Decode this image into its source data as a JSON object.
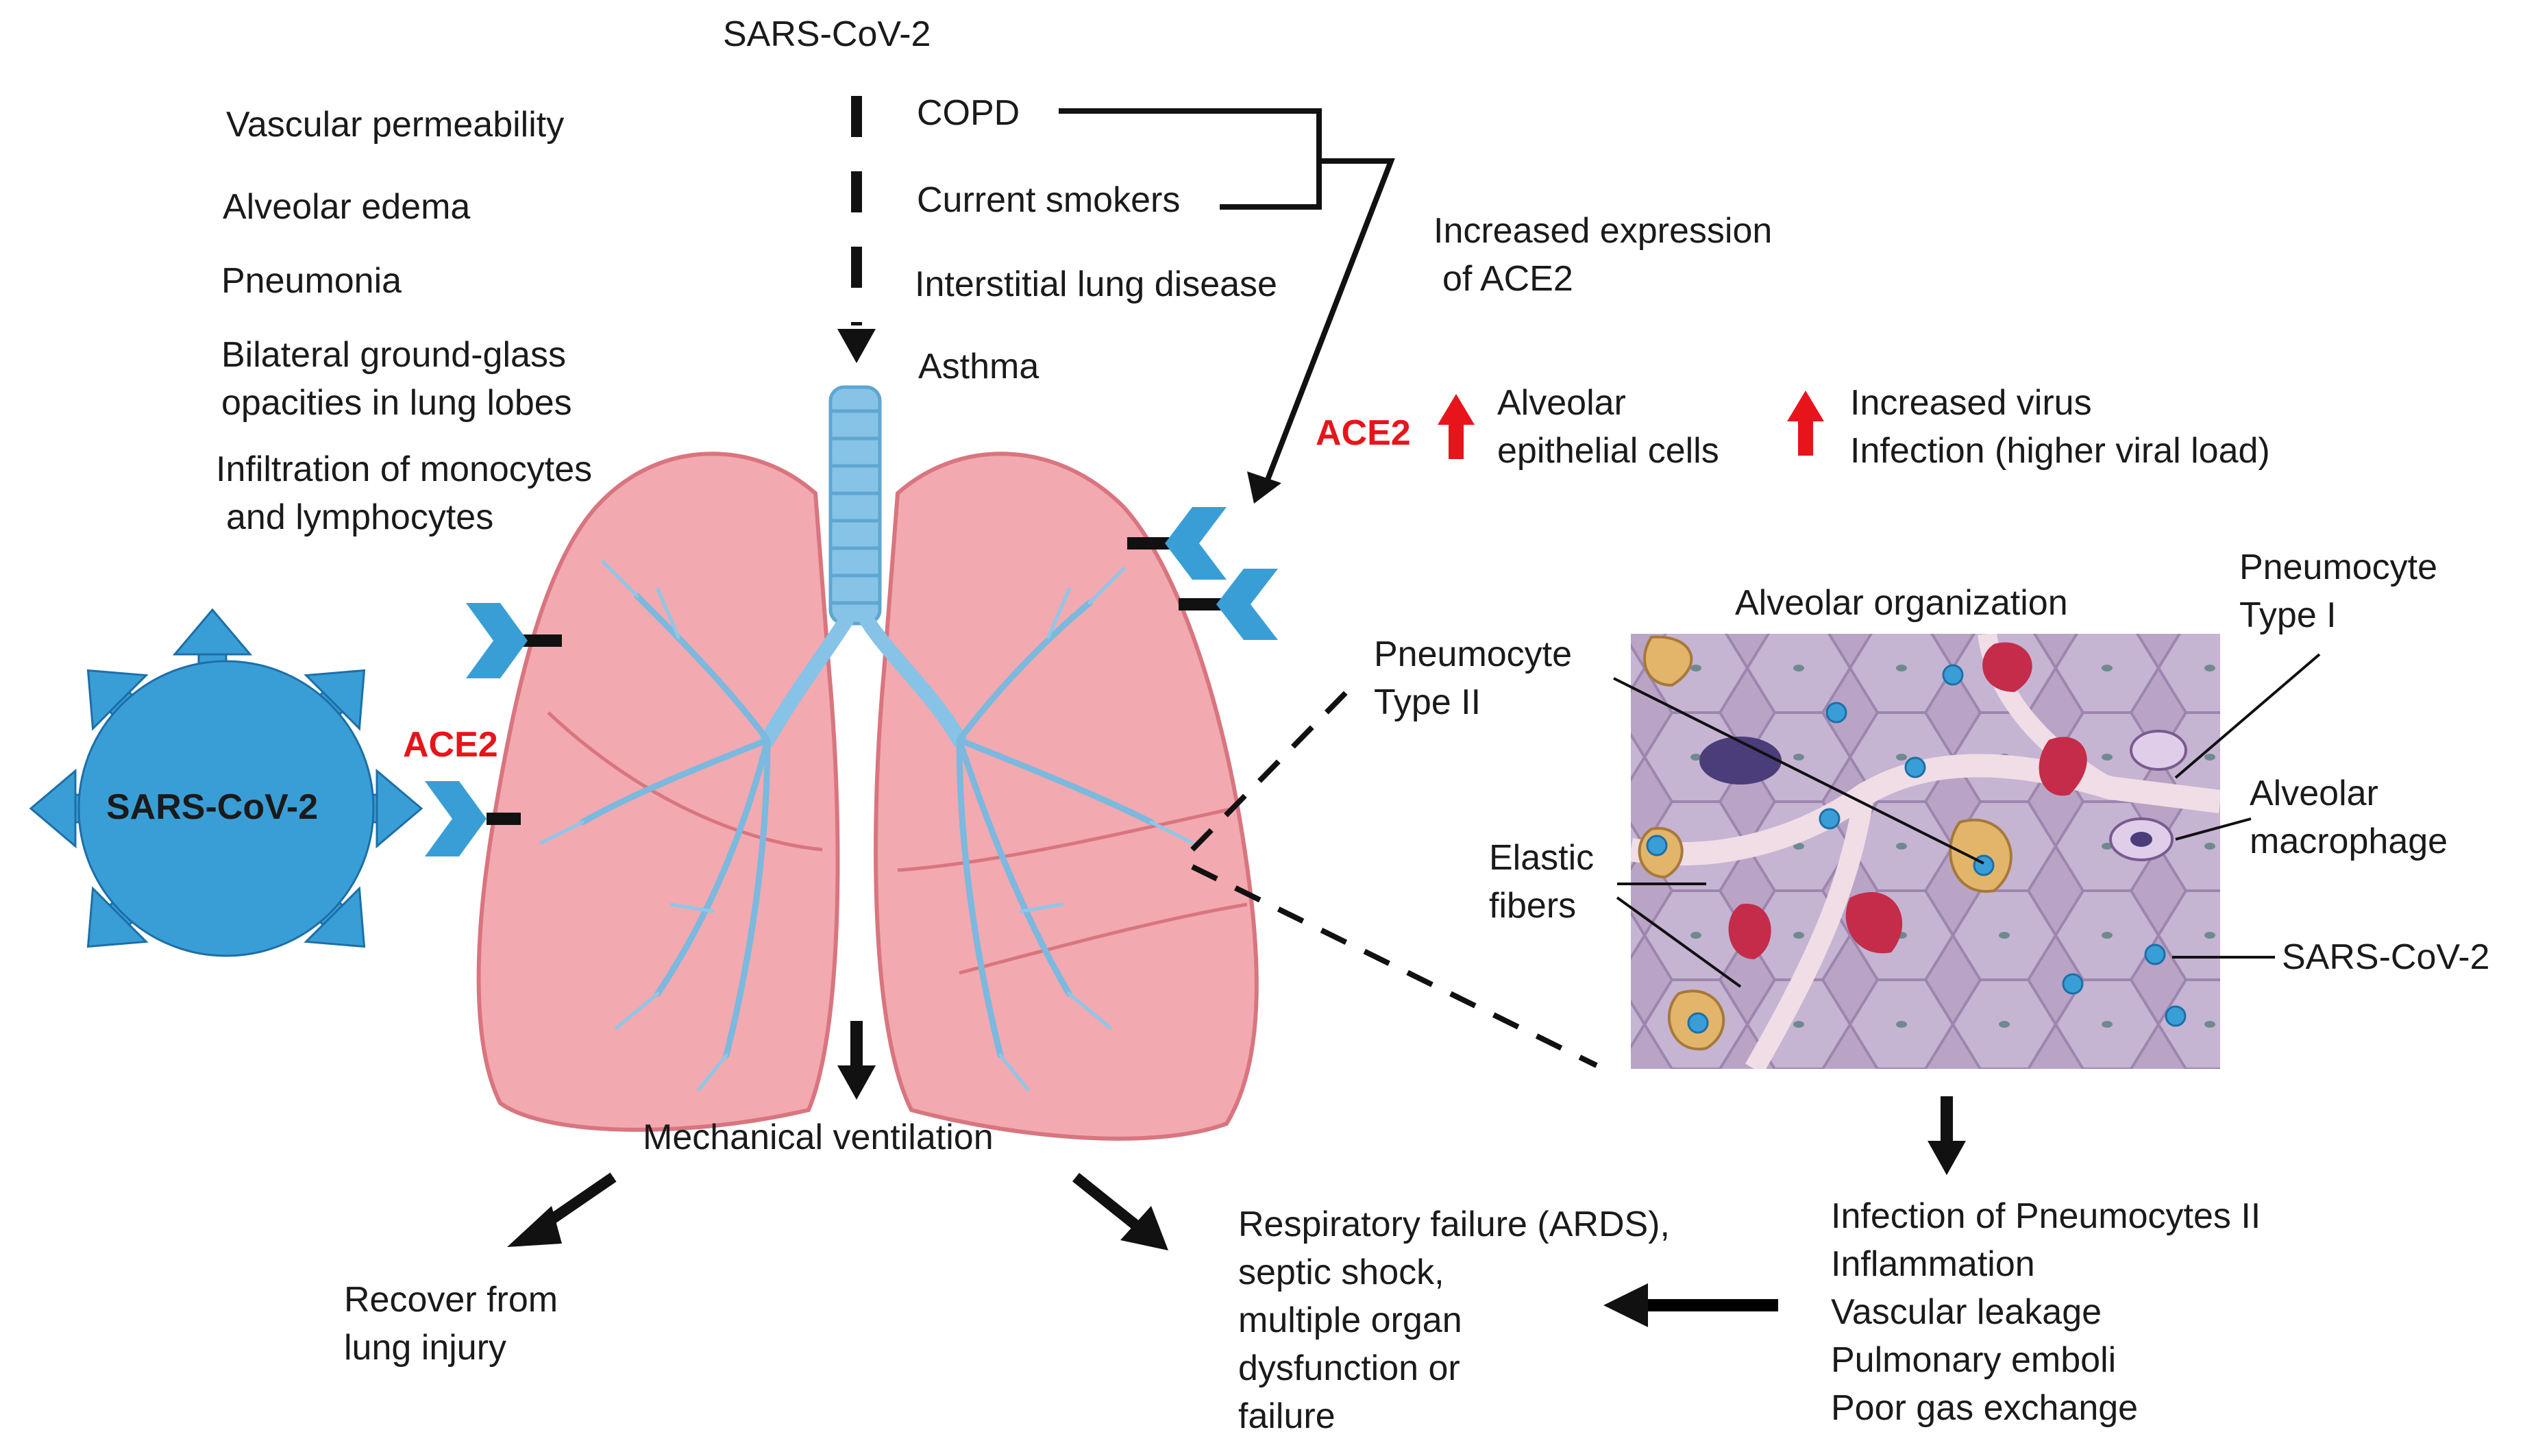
{
  "colors": {
    "virus": "#3a9ed6",
    "virus_stroke": "#1c6fa8",
    "lung": "#f2a9b0",
    "lung_dark": "#d9757f",
    "bronchi": "#86c3e6",
    "ace2_text": "#e8141b",
    "arrow": "#111111"
  },
  "top": {
    "virus_label": "SARS-CoV-2"
  },
  "symptoms": [
    "Vascular permeability",
    "Alveolar edema",
    "Pneumonia",
    "Bilateral ground-glass",
    "opacities in lung lobes",
    "Infiltration of monocytes",
    "and lymphocytes"
  ],
  "comorbidities": [
    "COPD",
    "Current smokers",
    "Interstitial lung disease",
    "Asthma"
  ],
  "ace2_expression": {
    "line1": "Increased expression",
    "line2": "of ACE2"
  },
  "ace2_effect": {
    "ace2_label": "ACE2",
    "cells_line1": "Alveolar",
    "cells_line2": "epithelial cells",
    "virus_line1": "Increased virus",
    "virus_line2": "Infection (higher viral load)"
  },
  "virus_particle": {
    "label": "SARS-CoV-2",
    "ace2_label": "ACE2"
  },
  "alveolar": {
    "title": "Alveolar organization",
    "pneumo_ii_line1": "Pneumocyte",
    "pneumo_ii_line2": "Type II",
    "pneumo_i_line1": "Pneumocyte",
    "pneumo_i_line2": "Type I",
    "elastic_line1": "Elastic",
    "elastic_line2": "fibers",
    "macrophage_line1": "Alveolar",
    "macrophage_line2": "macrophage",
    "virus_label": "SARS-CoV-2"
  },
  "ventilation": {
    "label": "Mechanical ventilation"
  },
  "recover": {
    "line1": "Recover from",
    "line2": "lung injury"
  },
  "failure": [
    "Respiratory failure (ARDS),",
    "septic shock,",
    "multiple organ",
    "dysfunction or",
    "failure"
  ],
  "infection_effects": [
    "Infection of Pneumocytes II",
    "Inflammation",
    "Vascular leakage",
    "Pulmonary emboli",
    "Poor gas exchange"
  ]
}
